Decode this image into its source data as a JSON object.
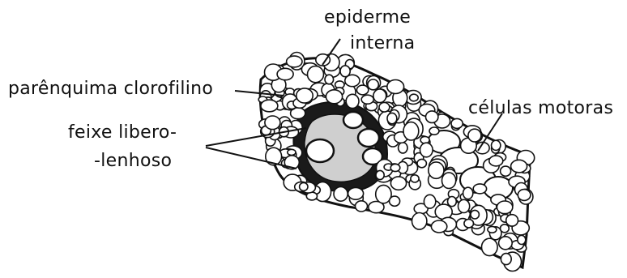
{
  "labels": {
    "epiderme_1": "epiderme",
    "epiderme_2": "interna",
    "parenquima": "parênquima clorofilino",
    "feixe_1": "feixe libero-",
    "feixe_2": "-lenhoso",
    "celulas": "células motoras"
  },
  "colors": {
    "ink": "#111111",
    "background": "#ffffff",
    "cell_fill": "#ffffff",
    "dark_tissue": "#1a1a1a"
  }
}
